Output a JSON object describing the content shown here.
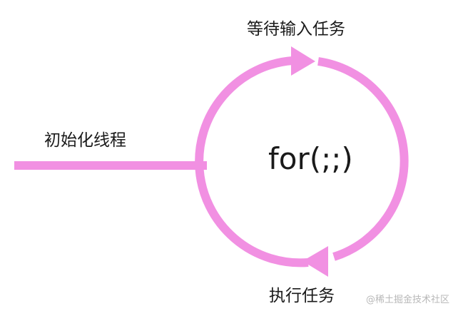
{
  "labels": {
    "init_thread": "初始化线程",
    "wait_task": "等待输入任务",
    "exec_task": "执行任务",
    "loop": "for(;;)"
  },
  "watermark": "@稀土掘金技术社区",
  "colors": {
    "stroke": "#f190e2",
    "text": "#1a1a1a"
  }
}
